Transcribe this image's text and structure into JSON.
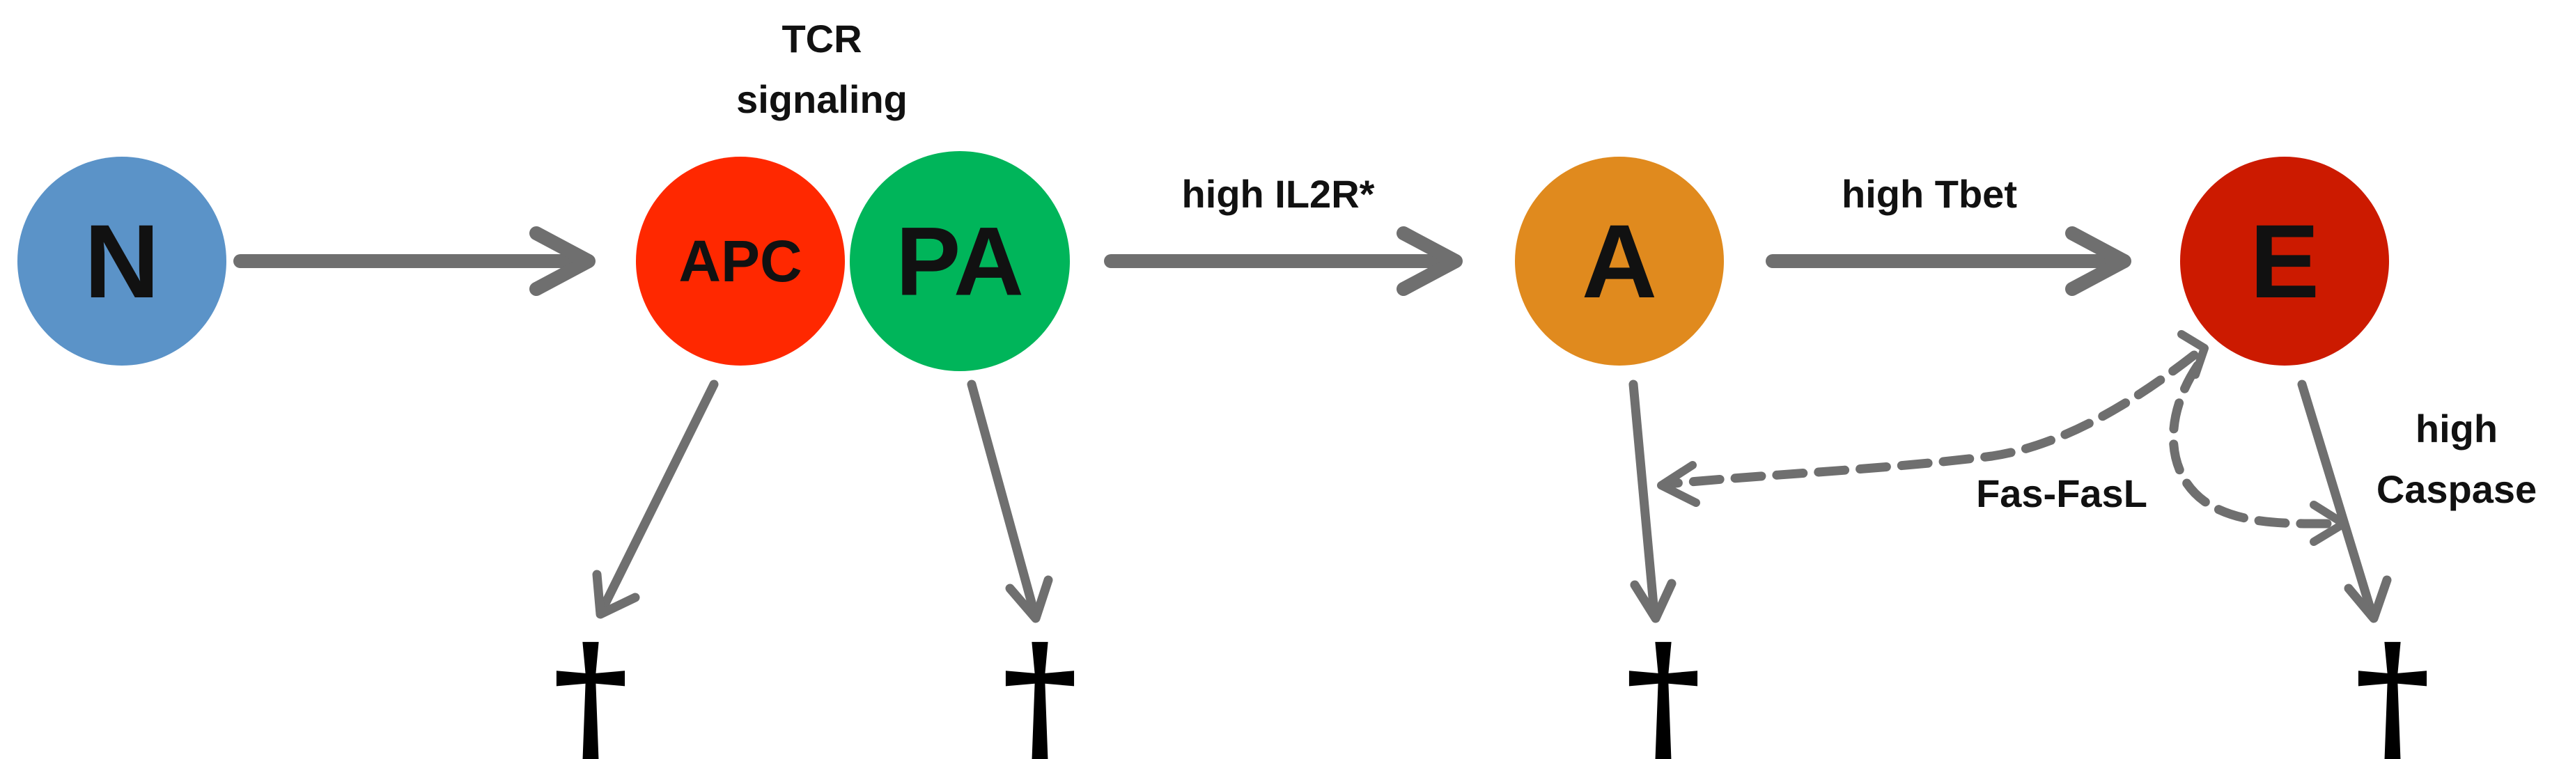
{
  "colors": {
    "arrow": "#6f6f6f",
    "N": "#5b93c8",
    "APC": "#ff2800",
    "PA": "#00b55a",
    "A": "#e08a1e",
    "E": "#cc1a00",
    "text": "#111111"
  },
  "nodes": {
    "N": "N",
    "APC": "APC",
    "PA": "PA",
    "A": "A",
    "E": "E"
  },
  "labels": {
    "tcr_line1": "TCR",
    "tcr_line2": "signaling",
    "il2r": "high IL2R*",
    "tbet": "high Tbet",
    "fas": "Fas-FasL",
    "caspase_line1": "high",
    "caspase_line2": "Caspase"
  },
  "death_symbol": "†"
}
